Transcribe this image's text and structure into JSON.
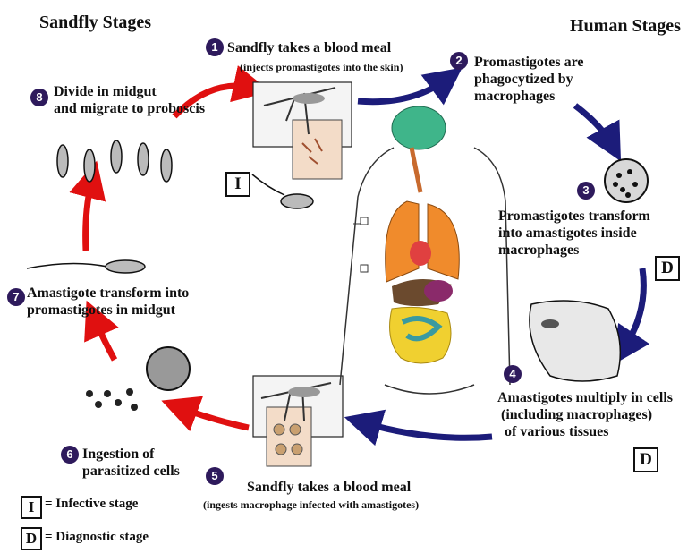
{
  "headers": {
    "sandfly": "Sandfly Stages",
    "human": "Human Stages"
  },
  "steps": [
    {
      "n": "1",
      "text": "Sandfly takes a blood meal",
      "sub": "(injects promastigotes into the skin)"
    },
    {
      "n": "2",
      "lines": [
        "Promastigotes are",
        "phagocytized by",
        "macrophages"
      ]
    },
    {
      "n": "3",
      "lines": [
        "Promastigotes transform",
        "into amastigotes inside",
        "macrophages"
      ]
    },
    {
      "n": "4",
      "lines": [
        "Amastigotes multiply in cells",
        "(including macrophages)",
        "of various tissues"
      ]
    },
    {
      "n": "5",
      "text": "Sandfly takes a blood meal",
      "sub": "(ingests macrophage infected with amastigotes)"
    },
    {
      "n": "6",
      "lines": [
        "Ingestion of",
        "parasitized cells"
      ]
    },
    {
      "n": "7",
      "lines": [
        "Amastigote transform into",
        "promastigotes in midgut"
      ]
    },
    {
      "n": "8",
      "lines": [
        "Divide in midgut",
        "and migrate to proboscis"
      ]
    }
  ],
  "markers": {
    "infective": "I",
    "diagnostic": "D"
  },
  "legend": [
    {
      "symbol": "I",
      "label": "= Infective stage"
    },
    {
      "symbol": "D",
      "label": "= Diagnostic stage"
    }
  ],
  "colors": {
    "sandfly_arrow": "#e01010",
    "human_arrow": "#1c1c7a",
    "badge": "#2e1a5c"
  }
}
